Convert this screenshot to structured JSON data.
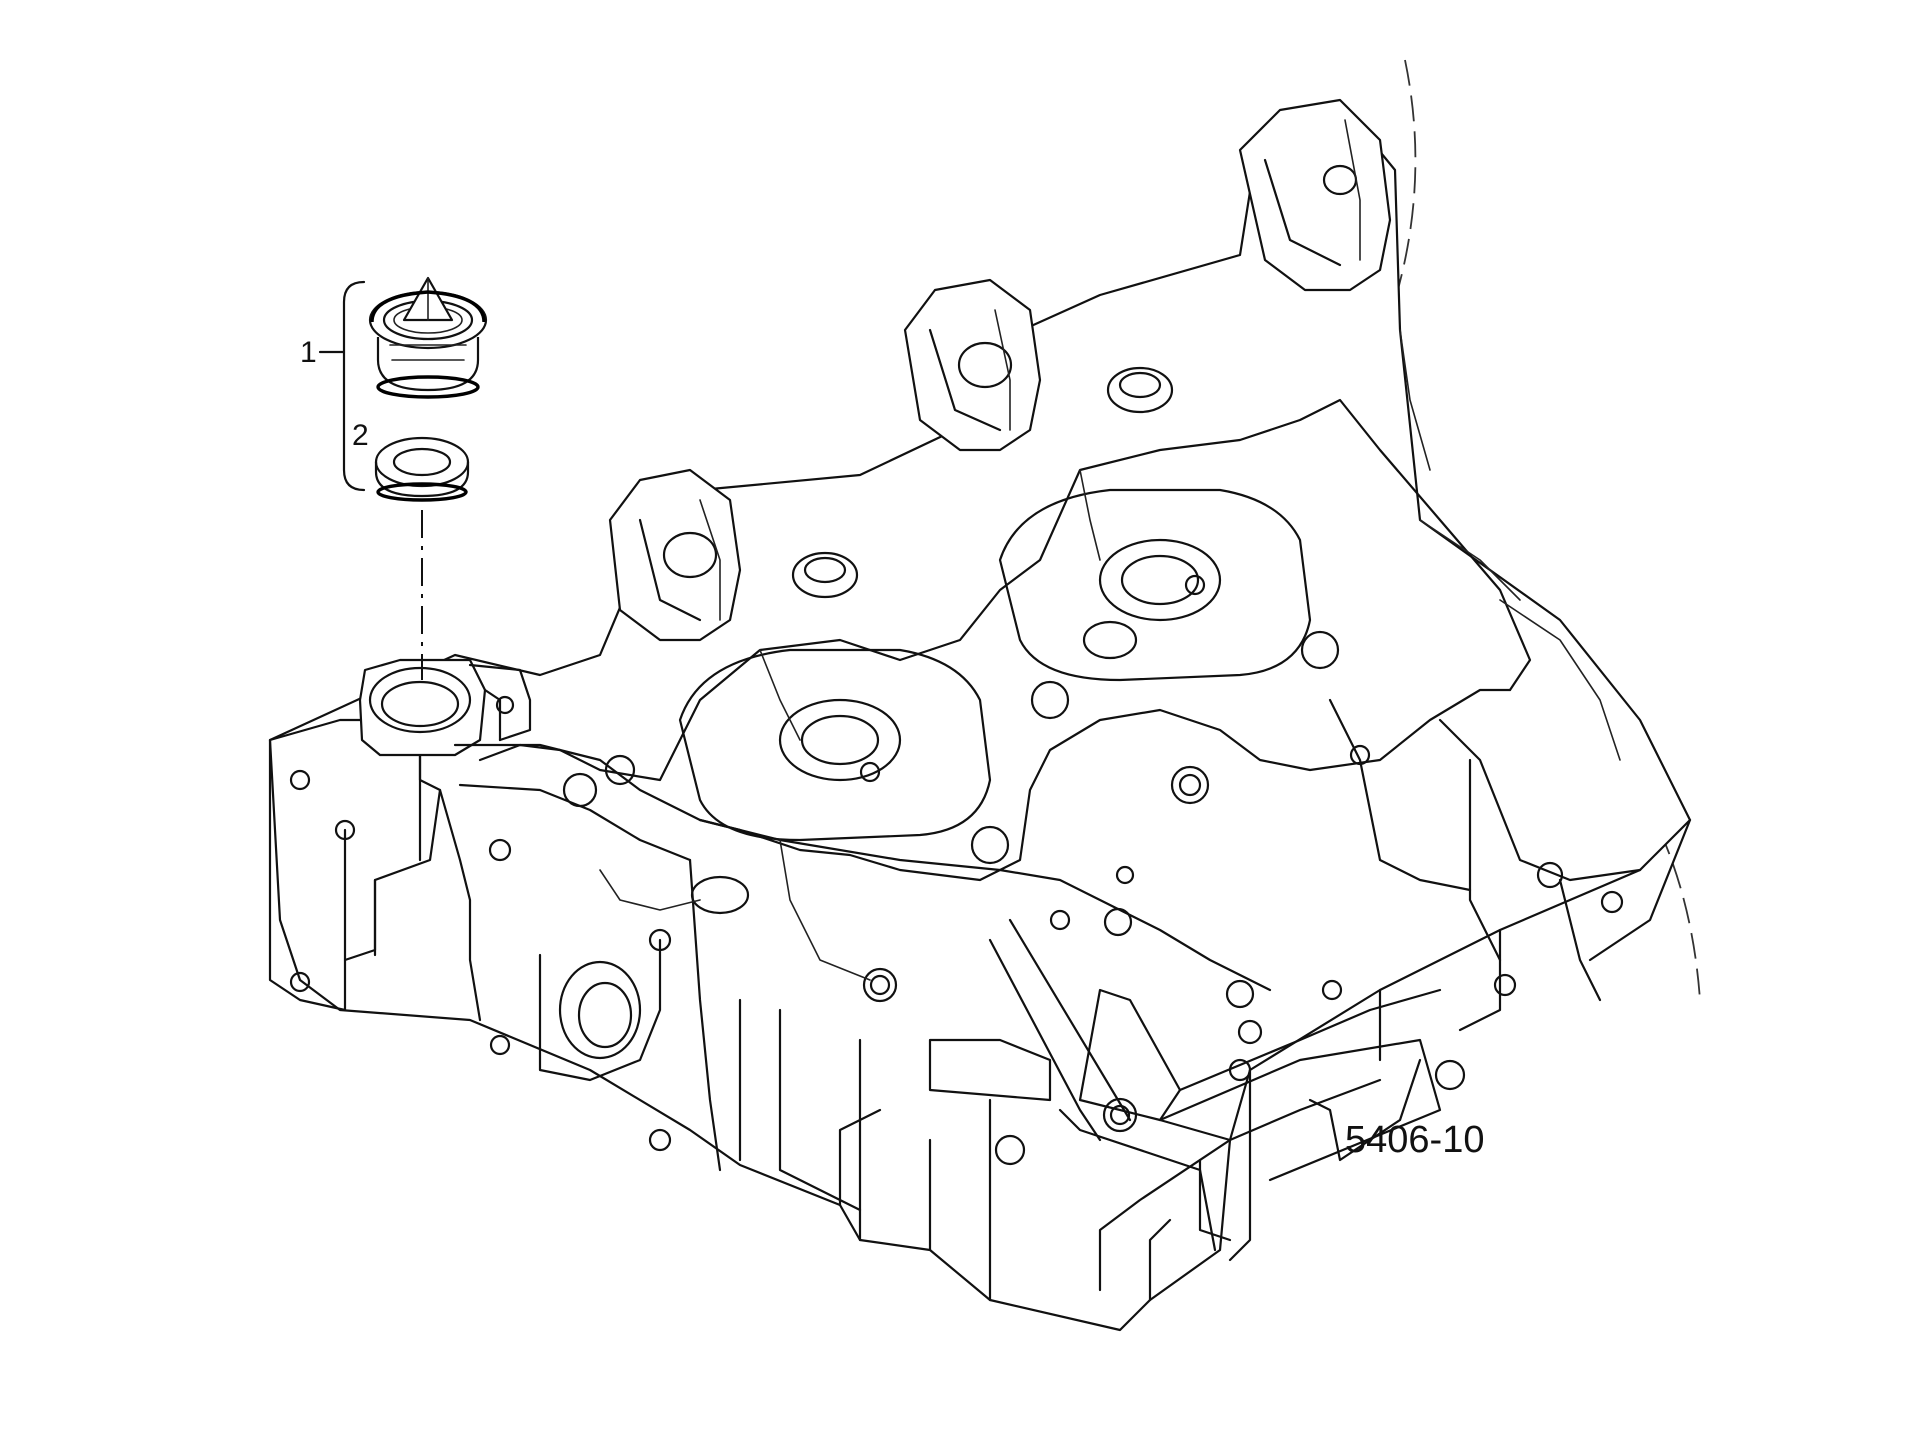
{
  "diagram": {
    "callouts": [
      {
        "number": "1",
        "part_icon": "thermostat-icon"
      },
      {
        "number": "2",
        "part_icon": "seal-ring-icon"
      }
    ],
    "reference_code": "5406-10"
  }
}
